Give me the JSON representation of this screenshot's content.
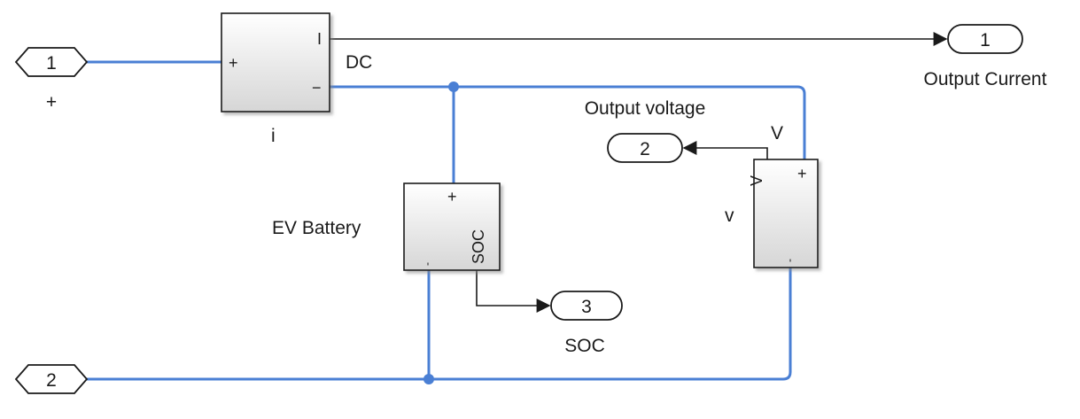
{
  "diagram": {
    "inports": [
      {
        "number": "1",
        "caption": "+"
      },
      {
        "number": "2",
        "caption": ""
      }
    ],
    "outports": [
      {
        "number": "1",
        "caption": "Output Current"
      },
      {
        "number": "2",
        "caption": "Output voltage"
      },
      {
        "number": "3",
        "caption": "SOC"
      }
    ],
    "current_sensor": {
      "name": "i",
      "port_i": "I",
      "port_plus": "+",
      "port_minus": "−"
    },
    "battery": {
      "name": "EV Battery",
      "port_plus": "+",
      "port_minus": "ˌ",
      "port_soc": "SOC"
    },
    "voltage_sensor": {
      "name": "v",
      "port_v": "V",
      "port_plus": "+",
      "port_minus": "ˌ"
    },
    "signal_labels": {
      "dc": "DC",
      "v_signal": "V"
    },
    "colors": {
      "physical_line": "#4a7fd4",
      "signal_line": "#1a1a1a",
      "block_fill_top": "#ffffff",
      "block_fill_bottom": "#dcdcdc"
    }
  }
}
